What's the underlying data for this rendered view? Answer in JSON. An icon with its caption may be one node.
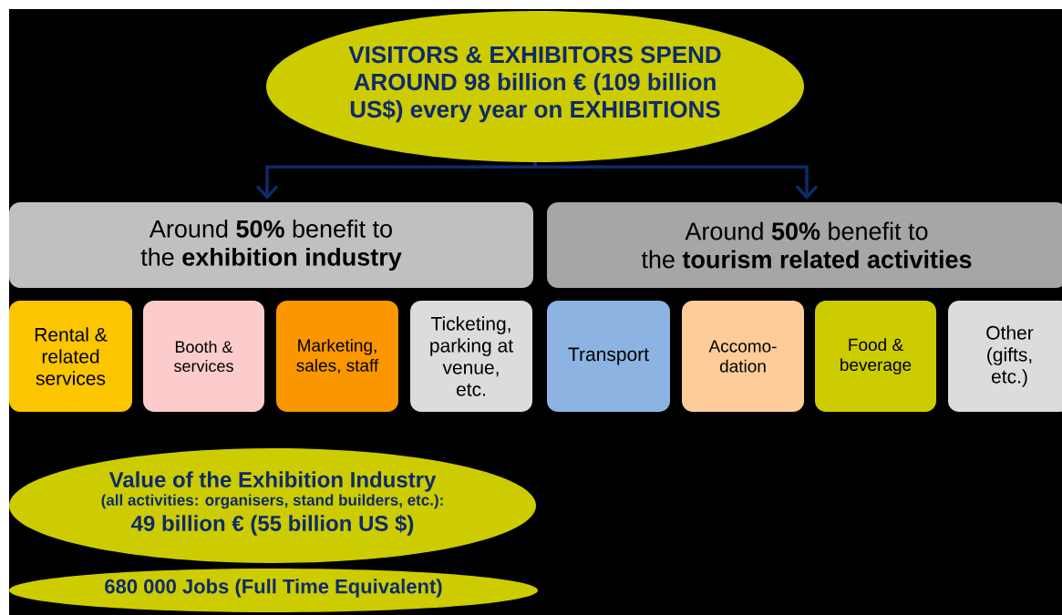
{
  "diagram": {
    "nodes": [
      {
        "text": [
          "VISITORS & EXHIBITORS SPEND AROUND 98 billion € (109 billion US$) every year on EXHIBITIONS"
        ]
      },
      {
        "text": [
          "Around **50%** benefit to the **exhibition industry**"
        ]
      },
      {
        "text": [
          "Around **50%** benefit to the **tourism related activities**"
        ]
      },
      {
        "text": [
          "Rental & related services"
        ]
      },
      {
        "text": [
          "Booth & services"
        ]
      },
      {
        "text": [
          "Marketing, sales, staff"
        ]
      },
      {
        "text": [
          "Ticketing, parking at venue, etc."
        ]
      },
      {
        "text": [
          "Transport"
        ]
      },
      {
        "text": [
          "Accomo-dation"
        ]
      },
      {
        "text": [
          "Food & beverage"
        ]
      },
      {
        "text": [
          "Other (gifts, etc.)"
        ]
      },
      {
        "text": [
          "Value of the Exhibition Industry",
          "(all activities: organisers, stand builders, etc.):",
          "49 billion € (55 billion US $)"
        ]
      },
      {
        "text": [
          "680 000 Jobs (Full Time Equivalent)"
        ]
      }
    ],
    "edges": [
      {
        "from": 0,
        "to": 1,
        "arrow": "to"
      },
      {
        "from": 0,
        "to": 2,
        "arrow": "to"
      }
    ]
  }
}
